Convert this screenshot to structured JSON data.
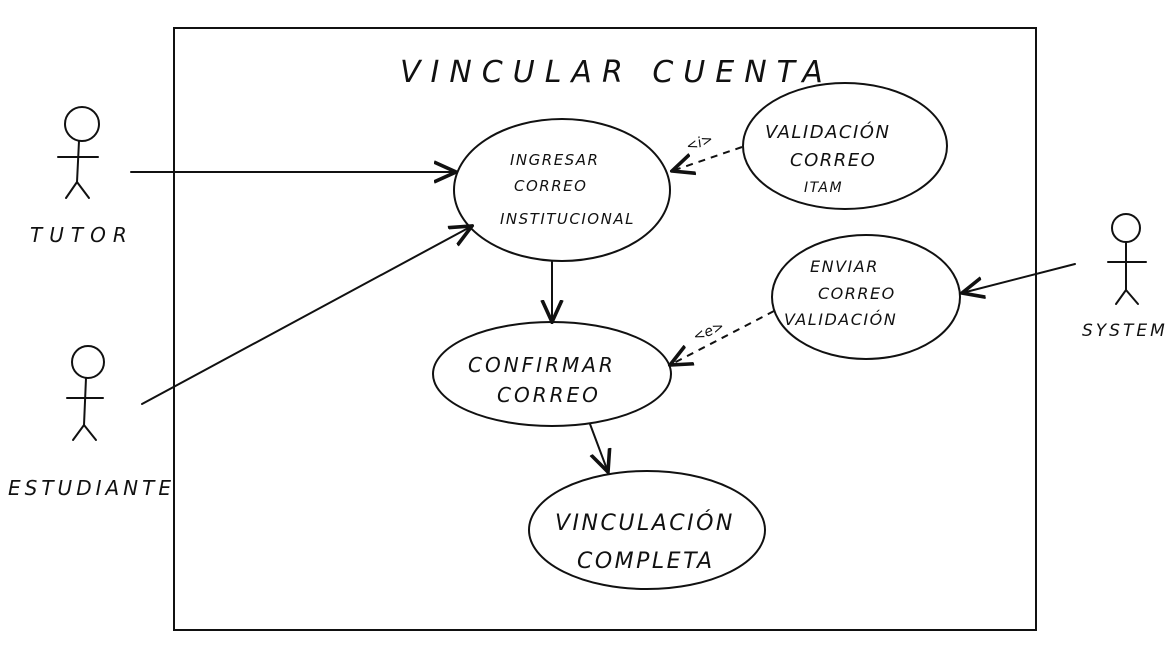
{
  "diagram": {
    "title": "VINCULAR CUENTA",
    "actors": {
      "tutor": "TUTOR",
      "estudiante": "ESTUDIANTE",
      "system": "SYSTEM"
    },
    "use_cases": {
      "ingresar": [
        "INGRESAR",
        "CORREO",
        "INSTITUCIONAL"
      ],
      "validacion": [
        "VALIDACIÓN",
        "CORREO",
        "ITAM"
      ],
      "enviar": [
        "ENVIAR",
        "CORREO",
        "VALIDACIÓN"
      ],
      "confirmar": [
        "CONFIRMAR",
        "CORREO"
      ],
      "vinculacion": [
        "VINCULACIÓN",
        "COMPLETA"
      ]
    },
    "relations": {
      "include": "<i>",
      "extend": "<e>"
    }
  }
}
